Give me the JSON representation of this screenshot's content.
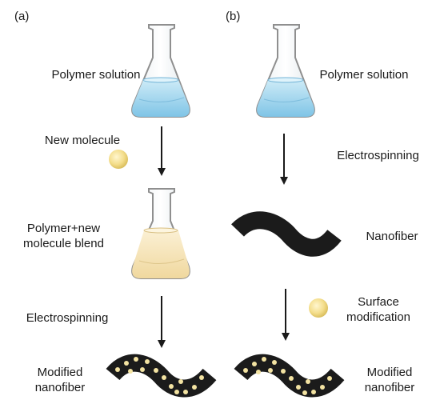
{
  "panels": [
    {
      "label": "(a)",
      "start_label": "Polymer solution",
      "additive_label": "New molecule",
      "blend_label": "Polymer+new molecule blend",
      "process_label": "Electrospinning",
      "result_label": "Modified nanofiber"
    },
    {
      "label": "(b)",
      "start_label": "Polymer solution",
      "process_label": "Electrospinning",
      "intermediate_label": "Nanofiber",
      "modification_label": "Surface modification",
      "result_label": "Modified nanofiber"
    }
  ],
  "colors": {
    "solution": "#a8d8ee",
    "blend": "#f6e3ba",
    "molecule": "#f4de8c",
    "fiber": "#1b1b1b",
    "dot": "#f3e3a2",
    "flask_outline": "#8f8f8f",
    "arrow": "#1a1a1a"
  }
}
